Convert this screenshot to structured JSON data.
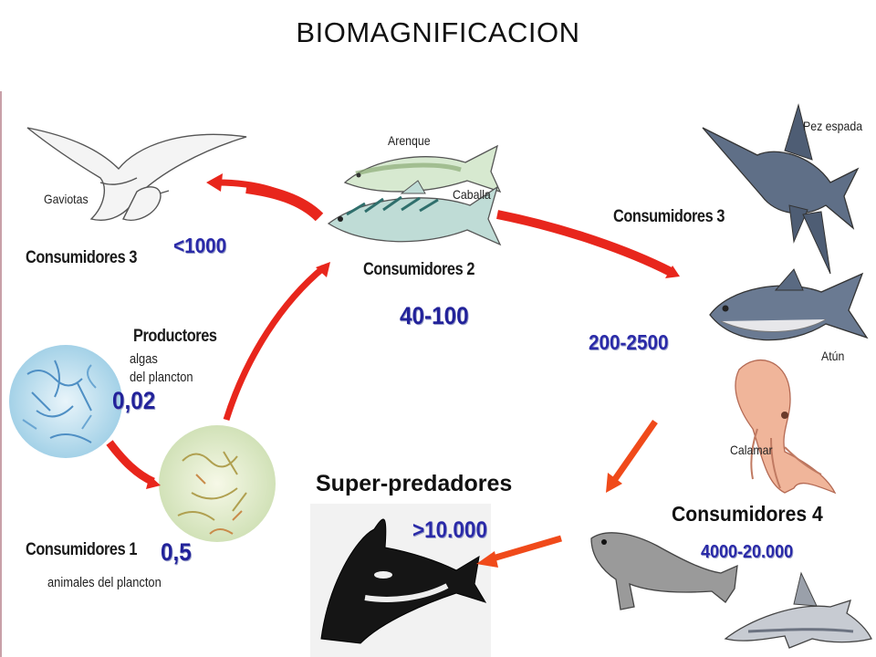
{
  "title": "BIOMAGNIFICACION",
  "nodes": {
    "gaviotas": {
      "species": "Gaviotas",
      "level": "Consumidores 3",
      "value": "<1000"
    },
    "productores": {
      "level": "Productores",
      "desc1": "algas",
      "desc2": "del plancton",
      "value": "0,02"
    },
    "consumidores1": {
      "level": "Consumidores 1",
      "desc": "animales del plancton",
      "value": "0,5"
    },
    "consumidores2": {
      "species1": "Arenque",
      "species2": "Caballa",
      "level": "Consumidores 2",
      "value": "40-100"
    },
    "consumidores3_right": {
      "species1": "Pez espada",
      "species2": "Atún",
      "species3": "Calamar",
      "level": "Consumidores 3",
      "value": "200-2500"
    },
    "consumidores4": {
      "level": "Consumidores 4",
      "value": "4000-20.000"
    },
    "superpredadores": {
      "level": "Super-predadores",
      "value": ">10.000"
    }
  },
  "colors": {
    "arrow_red": "#e8261c",
    "arrow_orange": "#f04a1a",
    "value_blue": "#2a2aa8"
  }
}
